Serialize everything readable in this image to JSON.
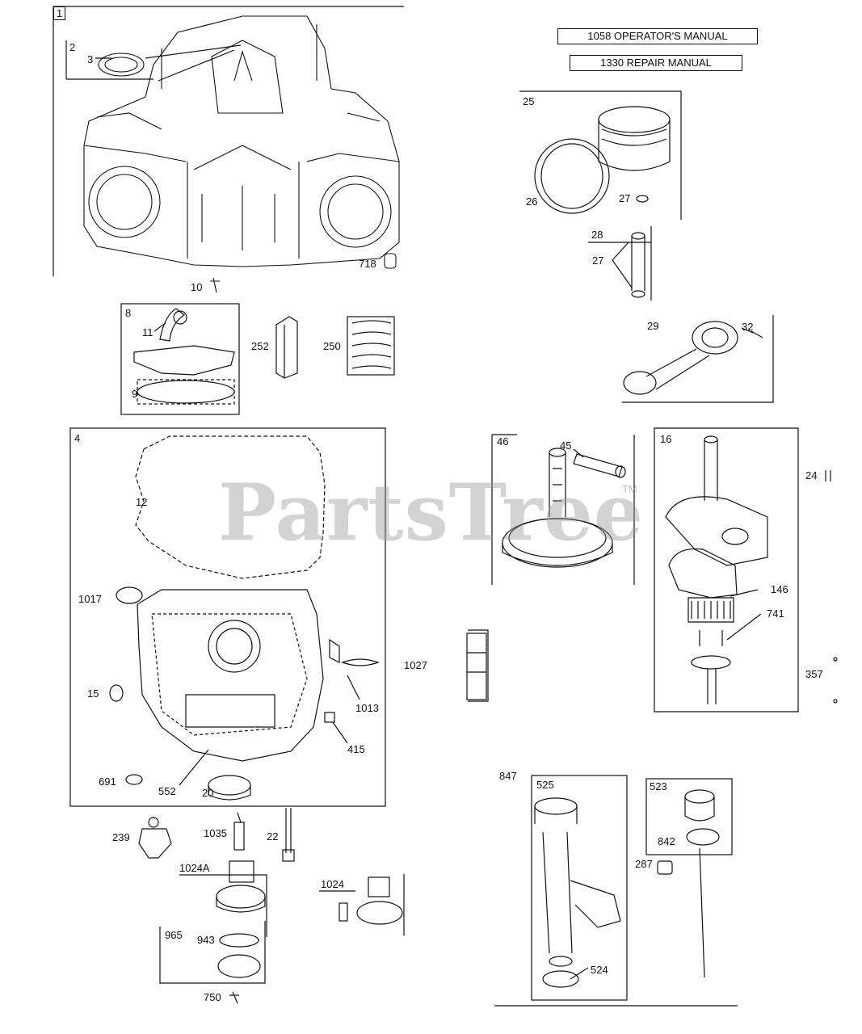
{
  "manuals": {
    "operators": "1058 OPERATOR'S MANUAL",
    "repair": "1330 REPAIR MANUAL"
  },
  "watermark": {
    "brand": "PartsTree",
    "mark": "TM"
  },
  "callouts": {
    "c1": "1",
    "c2": "2",
    "c3": "3",
    "c718": "718",
    "c10": "10",
    "c8": "8",
    "c11": "11",
    "c9": "9",
    "c252": "252",
    "c250": "250",
    "c25": "25",
    "c26": "26",
    "c27a": "27",
    "c28": "28",
    "c27b": "27",
    "c29": "29",
    "c32": "32",
    "c4": "4",
    "c12": "12",
    "c1017": "1017",
    "c15": "15",
    "c1013": "1013",
    "c415": "415",
    "c691": "691",
    "c552": "552",
    "c20": "20",
    "c1027": "1027",
    "c46": "46",
    "c45": "45",
    "c16": "16",
    "c24": "24",
    "c146": "146",
    "c741": "741",
    "c357": "357",
    "c239": "239",
    "c1035": "1035",
    "c22": "22",
    "c1024A": "1024A",
    "c1024": "1024",
    "c965": "965",
    "c943": "943",
    "c750": "750",
    "c847": "847",
    "c525": "525",
    "c524": "524",
    "c523": "523",
    "c842": "842",
    "c287": "287"
  }
}
